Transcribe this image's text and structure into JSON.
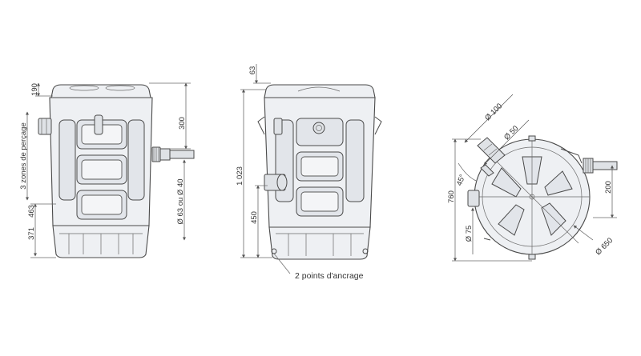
{
  "side_view": {
    "dim_top": "190",
    "zone_label": "3 zones de perçage",
    "dim_outlet_height": "300",
    "dim_pipe_diameter": "Ø 63 ou Ø 40",
    "dim_463": "463",
    "dim_371": "371"
  },
  "front_view": {
    "dim_63": "63",
    "dim_total_height": "1 023",
    "dim_450": "450",
    "anchor_note": "2 points d'ancrage"
  },
  "top_view": {
    "dim_d100": "Ø 100",
    "dim_d50": "Ø 50",
    "dim_45deg": "45°",
    "dim_760": "760",
    "dim_d75": "Ø 75",
    "dim_200": "200",
    "dim_d650": "Ø 650"
  }
}
